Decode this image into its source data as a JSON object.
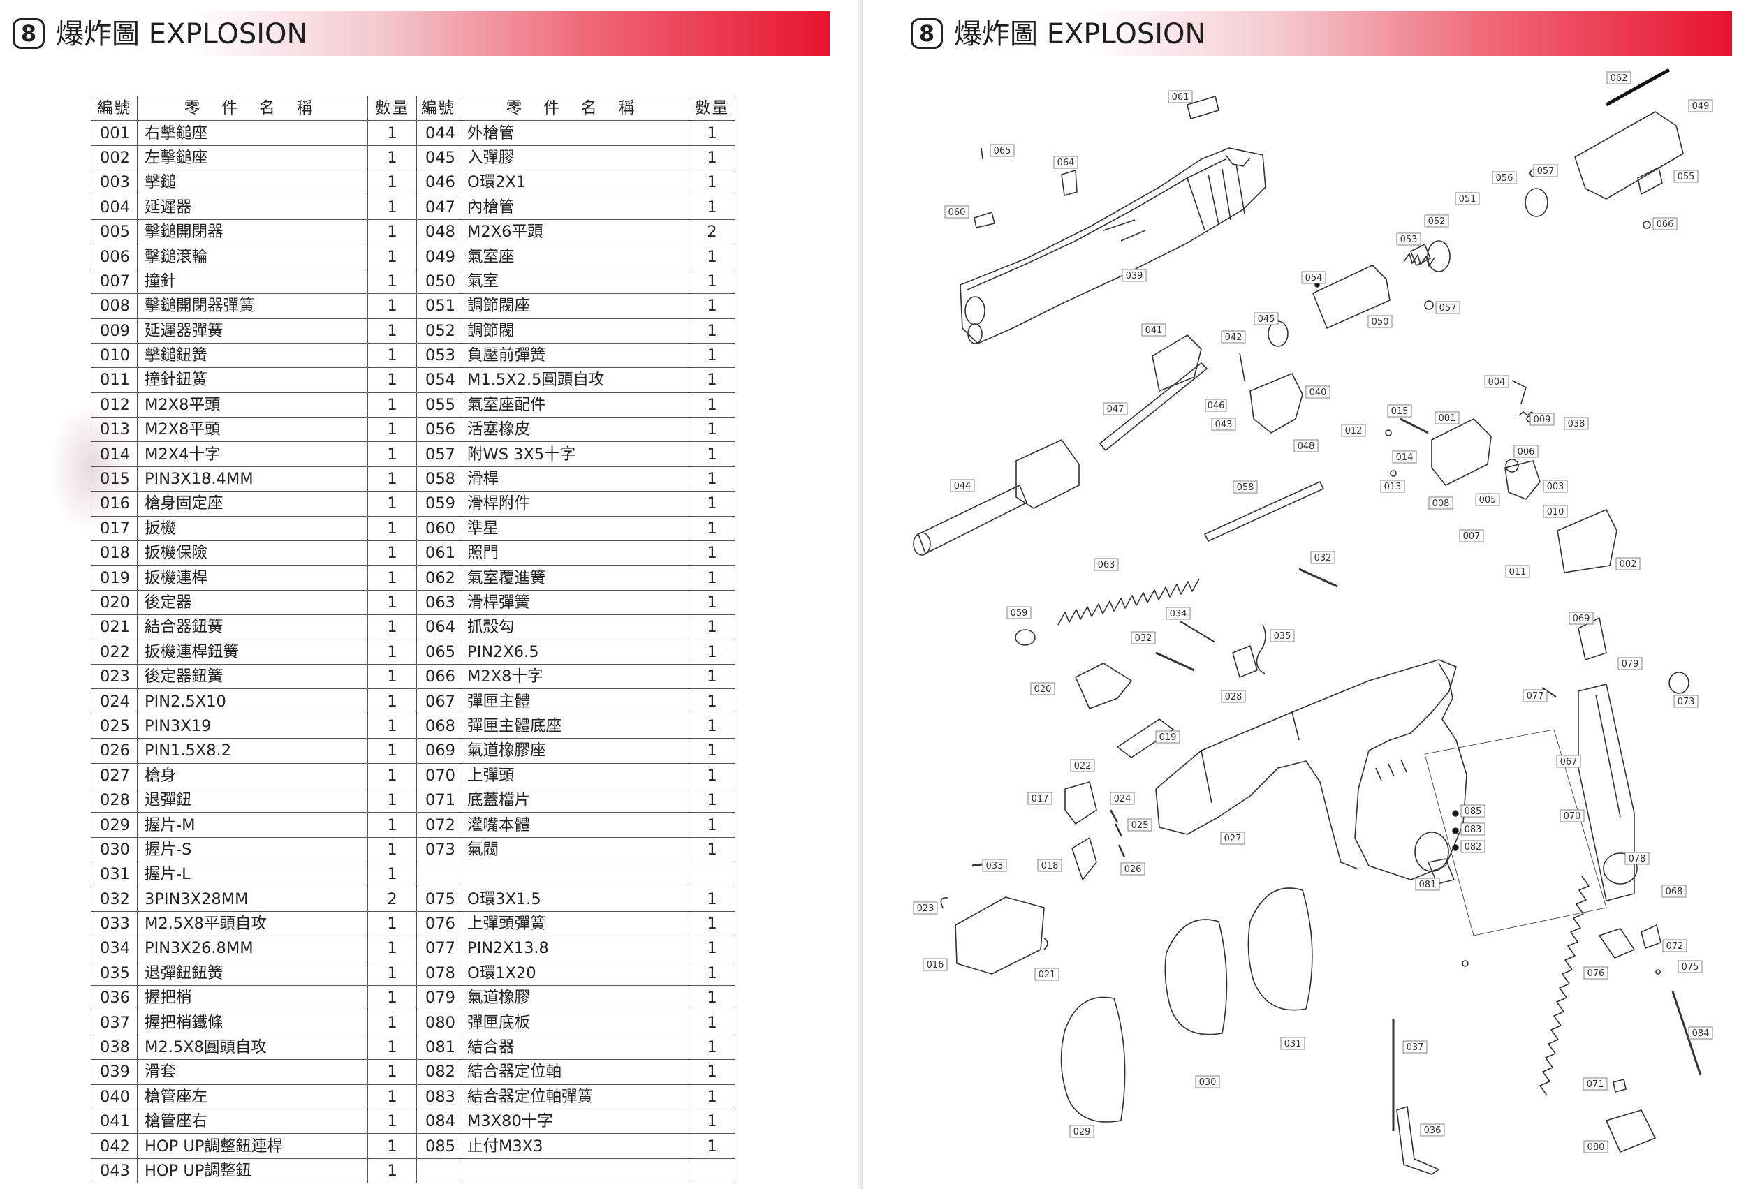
{
  "left_page": {
    "section_number": "8",
    "title": "爆炸圖 EXPLOSION",
    "table": {
      "headers": [
        "編號",
        "零 件 名 稱",
        "數量",
        "編號",
        "零 件 名 稱",
        "數量"
      ],
      "rows": [
        [
          "001",
          "右擊鎚座",
          "1",
          "044",
          "外槍管",
          "1"
        ],
        [
          "002",
          "左擊鎚座",
          "1",
          "045",
          "入彈膠",
          "1"
        ],
        [
          "003",
          "擊鎚",
          "1",
          "046",
          "O環2X1",
          "1"
        ],
        [
          "004",
          "延遲器",
          "1",
          "047",
          "內槍管",
          "1"
        ],
        [
          "005",
          "擊鎚開閉器",
          "1",
          "048",
          "M2X6平頭",
          "2"
        ],
        [
          "006",
          "擊鎚滾輪",
          "1",
          "049",
          "氣室座",
          "1"
        ],
        [
          "007",
          "撞針",
          "1",
          "050",
          "氣室",
          "1"
        ],
        [
          "008",
          "擊鎚開閉器彈簧",
          "1",
          "051",
          "調節閥座",
          "1"
        ],
        [
          "009",
          "延遲器彈簧",
          "1",
          "052",
          "調節閥",
          "1"
        ],
        [
          "010",
          "擊鎚鈕簧",
          "1",
          "053",
          "負壓前彈簧",
          "1"
        ],
        [
          "011",
          "撞針鈕簧",
          "1",
          "054",
          "M1.5X2.5圓頭自攻",
          "1"
        ],
        [
          "012",
          "M2X8平頭",
          "1",
          "055",
          "氣室座配件",
          "1"
        ],
        [
          "013",
          "M2X8平頭",
          "1",
          "056",
          "活塞橡皮",
          "1"
        ],
        [
          "014",
          "M2X4十字",
          "1",
          "057",
          "附WS 3X5十字",
          "1"
        ],
        [
          "015",
          "PIN3X18.4MM",
          "1",
          "058",
          "滑桿",
          "1"
        ],
        [
          "016",
          "槍身固定座",
          "1",
          "059",
          "滑桿附件",
          "1"
        ],
        [
          "017",
          "扳機",
          "1",
          "060",
          "準星",
          "1"
        ],
        [
          "018",
          "扳機保險",
          "1",
          "061",
          "照門",
          "1"
        ],
        [
          "019",
          "扳機連桿",
          "1",
          "062",
          "氣室覆進簧",
          "1"
        ],
        [
          "020",
          "後定器",
          "1",
          "063",
          "滑桿彈簧",
          "1"
        ],
        [
          "021",
          "結合器鈕簧",
          "1",
          "064",
          "抓殼勾",
          "1"
        ],
        [
          "022",
          "扳機連桿鈕簧",
          "1",
          "065",
          "PIN2X6.5",
          "1"
        ],
        [
          "023",
          "後定器鈕簧",
          "1",
          "066",
          "M2X8十字",
          "1"
        ],
        [
          "024",
          "PIN2.5X10",
          "1",
          "067",
          "彈匣主體",
          "1"
        ],
        [
          "025",
          "PIN3X19",
          "1",
          "068",
          "彈匣主體底座",
          "1"
        ],
        [
          "026",
          "PIN1.5X8.2",
          "1",
          "069",
          "氣道橡膠座",
          "1"
        ],
        [
          "027",
          "槍身",
          "1",
          "070",
          "上彈頭",
          "1"
        ],
        [
          "028",
          "退彈鈕",
          "1",
          "071",
          "底蓋檔片",
          "1"
        ],
        [
          "029",
          "握片-M",
          "1",
          "072",
          "灌嘴本體",
          "1"
        ],
        [
          "030",
          "握片-S",
          "1",
          "073",
          "氣閥",
          "1"
        ],
        [
          "031",
          "握片-L",
          "1",
          "",
          "",
          ""
        ],
        [
          "032",
          "3PIN3X28MM",
          "2",
          "075",
          "O環3X1.5",
          "1"
        ],
        [
          "033",
          "M2.5X8平頭自攻",
          "1",
          "076",
          "上彈頭彈簧",
          "1"
        ],
        [
          "034",
          "PIN3X26.8MM",
          "1",
          "077",
          "PIN2X13.8",
          "1"
        ],
        [
          "035",
          "退彈鈕鈕簧",
          "1",
          "078",
          "O環1X20",
          "1"
        ],
        [
          "036",
          "握把梢",
          "1",
          "079",
          "氣道橡膠",
          "1"
        ],
        [
          "037",
          "握把梢鐵條",
          "1",
          "080",
          "彈匣底板",
          "1"
        ],
        [
          "038",
          "M2.5X8圓頭自攻",
          "1",
          "081",
          "結合器",
          "1"
        ],
        [
          "039",
          "滑套",
          "1",
          "082",
          "結合器定位軸",
          "1"
        ],
        [
          "040",
          "槍管座左",
          "1",
          "083",
          "結合器定位軸彈簧",
          "1"
        ],
        [
          "041",
          "槍管座右",
          "1",
          "084",
          "M3X80十字",
          "1"
        ],
        [
          "042",
          "HOP UP調整鈕連桿",
          "1",
          "085",
          "止付M3X3",
          "1"
        ],
        [
          "043",
          "HOP UP調整鈕",
          "1",
          "",
          "",
          ""
        ]
      ]
    }
  },
  "right_page": {
    "section_number": "8",
    "title": "爆炸圖 EXPLOSION",
    "diagram_labels": {
      "p001": "001",
      "p002": "002",
      "p003": "003",
      "p004": "004",
      "p005": "005",
      "p006": "006",
      "p007": "007",
      "p008": "008",
      "p009": "009",
      "p010": "010",
      "p011": "011",
      "p012": "012",
      "p013": "013",
      "p014": "014",
      "p015": "015",
      "p016": "016",
      "p017": "017",
      "p018": "018",
      "p019": "019",
      "p020": "020",
      "p021": "021",
      "p022": "022",
      "p023": "023",
      "p024": "024",
      "p025": "025",
      "p026": "026",
      "p027": "027",
      "p028": "028",
      "p029": "029",
      "p030": "030",
      "p031": "031",
      "p032a": "032",
      "p032b": "032",
      "p033": "033",
      "p034": "034",
      "p035": "035",
      "p036": "036",
      "p037": "037",
      "p038": "038",
      "p039": "039",
      "p040": "040",
      "p041": "041",
      "p042": "042",
      "p043": "043",
      "p044": "044",
      "p045": "045",
      "p046": "046",
      "p047": "047",
      "p048": "048",
      "p049": "049",
      "p050": "050",
      "p051": "051",
      "p052": "052",
      "p053": "053",
      "p054": "054",
      "p055": "055",
      "p056": "056",
      "p057a": "057",
      "p057b": "057",
      "p058": "058",
      "p059": "059",
      "p060": "060",
      "p061": "061",
      "p062": "062",
      "p063": "063",
      "p064": "064",
      "p065": "065",
      "p066": "066",
      "p067": "067",
      "p068": "068",
      "p069": "069",
      "p070": "070",
      "p071": "071",
      "p072": "072",
      "p073": "073",
      "p075": "075",
      "p076": "076",
      "p077": "077",
      "p078": "078",
      "p079": "079",
      "p080": "080",
      "p081": "081",
      "p082": "082",
      "p083": "083",
      "p084": "084",
      "p085": "085"
    }
  }
}
